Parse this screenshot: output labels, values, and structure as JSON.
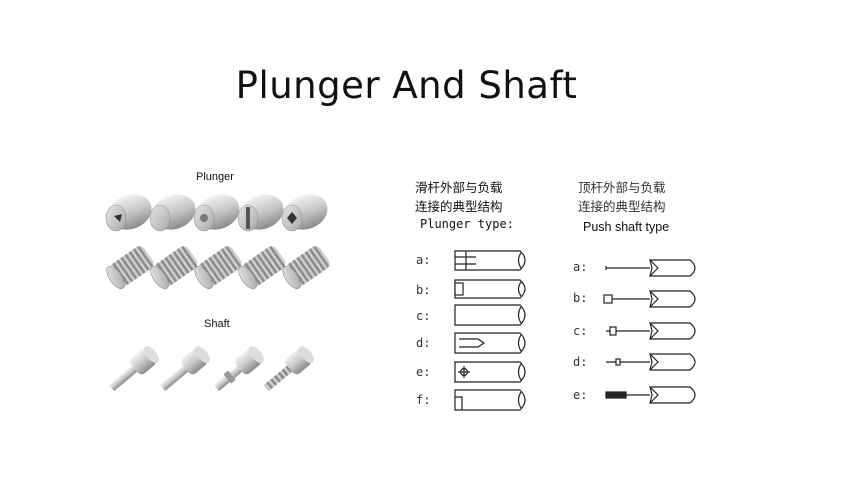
{
  "title": "Plunger And Shaft",
  "left_panel": {
    "plunger_label": "Plunger",
    "shaft_label": "Shaft"
  },
  "plunger_type_panel": {
    "heading_line1": "滑杆外部与负载",
    "heading_line2": "连接的典型结构",
    "subtitle": "Plunger type:",
    "items": [
      "a:",
      "b:",
      "c:",
      "d:",
      "e:",
      "f:"
    ]
  },
  "push_shaft_panel": {
    "heading_line1": "顶杆外部与负载",
    "heading_line2": "连接的典型结构",
    "subtitle": "Push shaft type",
    "items": [
      "a:",
      "b:",
      "c:",
      "d:",
      "e:"
    ]
  }
}
